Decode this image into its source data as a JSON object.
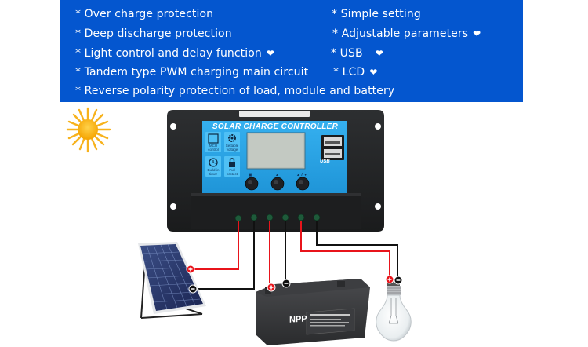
{
  "banner": {
    "background": "#0456cf",
    "left_features": [
      {
        "label": "* Over charge protection",
        "heart": false
      },
      {
        "label": "* Deep discharge protection",
        "heart": false
      },
      {
        "label": "* Light control and delay function",
        "heart": true
      },
      {
        "label": "* Tandem type PWM charging main circuit",
        "heart": false
      },
      {
        "label": "* Reverse polarity protection of load, module and battery",
        "heart": false
      }
    ],
    "right_features": [
      {
        "label": "* Simple setting",
        "heart": false
      },
      {
        "label": "* Adjustable parameters",
        "heart": true
      },
      {
        "label": "* USB",
        "heart": true
      },
      {
        "label": "* LCD",
        "heart": true
      }
    ],
    "heart_glyph": "❤"
  },
  "controller": {
    "title": "SOLAR CHARGE CONTROLLER",
    "panel_color": "#29a4e6",
    "icons": [
      {
        "name": "mcu-icon",
        "label_line1": "MCU",
        "label_line2": "control"
      },
      {
        "name": "gear-icon",
        "label_line1": "Settable",
        "label_line2": "voltage"
      },
      {
        "name": "clock-icon",
        "label_line1": "Build-in",
        "label_line2": "timer"
      },
      {
        "name": "lock-icon",
        "label_line1": "Full",
        "label_line2": "protect"
      }
    ],
    "buttons": [
      {
        "label": "▣"
      },
      {
        "label": "▲"
      },
      {
        "label": "▲ / ▼"
      }
    ],
    "usb_label": "USB",
    "terminals": 6
  },
  "wiring": {
    "positive_color": "#e8141b",
    "negative_color": "#111111",
    "plus_glyph": "+",
    "minus_glyph": "−"
  },
  "battery": {
    "brand": "NPP"
  }
}
